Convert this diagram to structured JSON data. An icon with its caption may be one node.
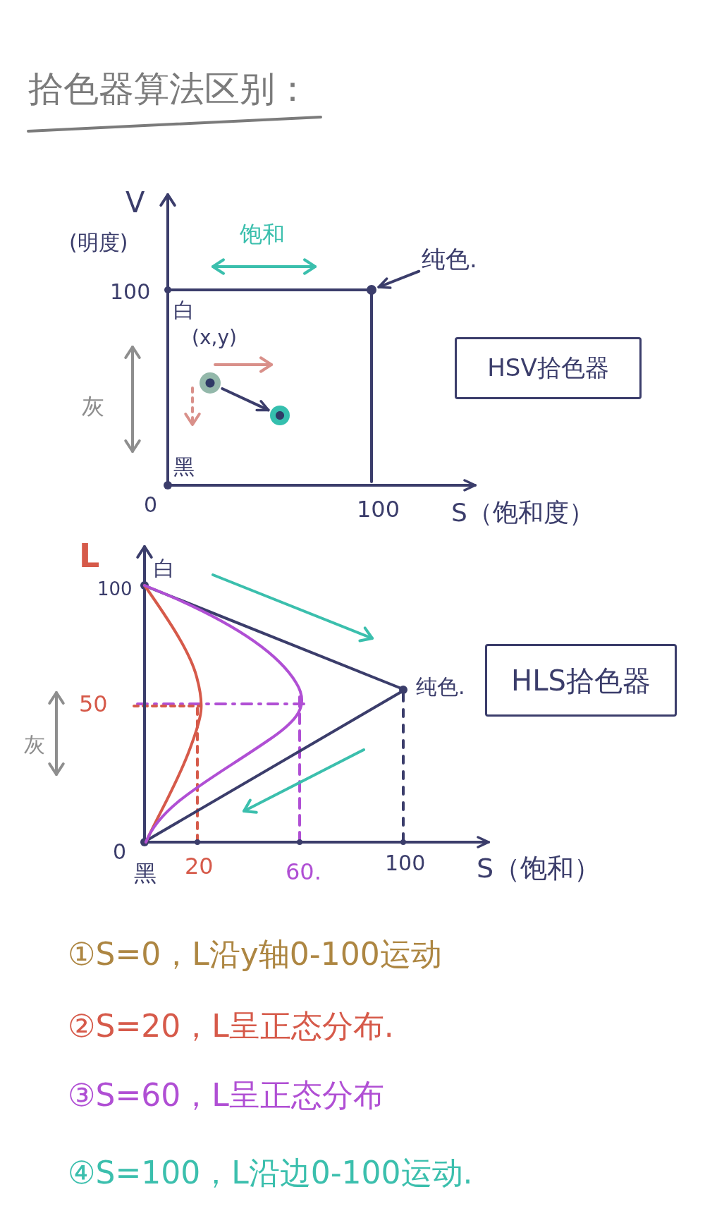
{
  "diagram": {
    "title": "拾色器算法区别：",
    "nodes": [
      {
        "text": [
          "纯色."
        ]
      },
      {
        "text": [],
        "shape": "circle"
      },
      {
        "text": [
          "HSV拾色器"
        ]
      },
      {
        "text": [],
        "shape": "circle",
        "beside": [
          "(x,y)"
        ]
      },
      {
        "text": [],
        "shape": "circle"
      },
      {
        "text": [
          "HLS拾色器"
        ]
      }
    ],
    "edges": [
      {
        "from": 0,
        "to": 1,
        "arrow": "to"
      },
      {
        "from": 3,
        "to": 4,
        "arrow": "to"
      }
    ],
    "labels": [
      "V",
      "(明度)",
      "饱和",
      "100",
      "白",
      "灰",
      "黑",
      "0",
      "100",
      "S（饱和度）",
      "L",
      "白",
      "100",
      "纯色.",
      "50",
      "灰",
      "0",
      "黑",
      "20",
      "60.",
      "100",
      "S（饱和）",
      "①S=0，L沿y轴0-100运动",
      "②S=20，L呈正态分布.",
      "③S=60，L呈正态分布",
      "④S=100，L沿边0-100运动."
    ]
  }
}
